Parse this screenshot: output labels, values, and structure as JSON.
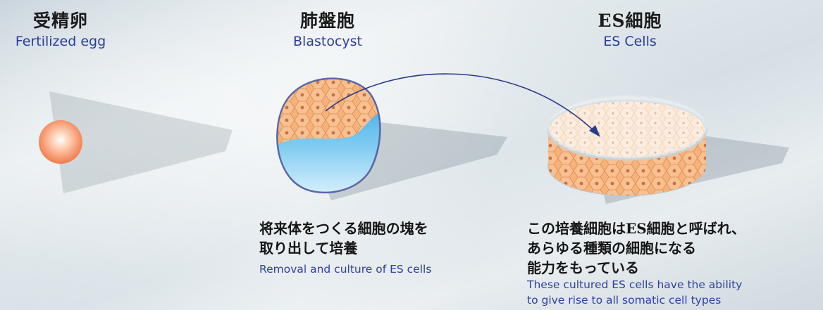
{
  "stages": [
    {
      "title_jp": "受精卵",
      "title_en": "Fertilized egg"
    },
    {
      "title_jp": "肺盤胞",
      "title_en": "Blastocyst"
    },
    {
      "title_jp": "ES細胞",
      "title_en": "ES Cells"
    }
  ],
  "blastocyst_caption": {
    "jp_line1": "将来体をつくる細胞の塊を",
    "jp_line2": "取り出して培養",
    "en": "Removal and culture of ES cells"
  },
  "es_caption": {
    "jp_line1": "この培養細胞はES細胞と呼ばれ、",
    "jp_line2": "あらゆる種類の細胞になる",
    "jp_line3": "能力をもっている",
    "en_line1": "These cultured ES cells have the ability",
    "en_line2": "to give rise to all somatic cell types"
  },
  "colors": {
    "title_en": "#2b3b9a",
    "cell_orange": "#f3a86a",
    "blastocyst_fluid": "#3aa6e3",
    "arrow": "#2b3b8a"
  }
}
